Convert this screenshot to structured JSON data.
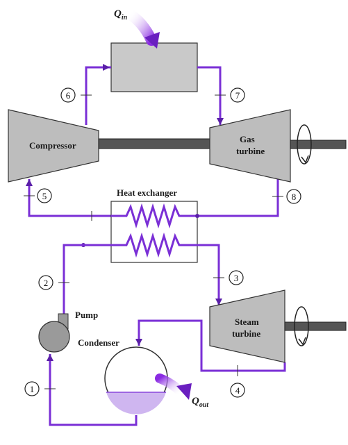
{
  "labels": {
    "compressor": "Compressor",
    "gas_turbine_1": "Gas",
    "gas_turbine_2": "turbine",
    "heat_exchanger": "Heat exchanger",
    "pump": "Pump",
    "condenser": "Condenser",
    "steam_turbine_1": "Steam",
    "steam_turbine_2": "turbine",
    "q_in": "Q",
    "q_in_sub": "in",
    "q_out": "Q",
    "q_out_sub": "out"
  },
  "states": [
    "1",
    "2",
    "3",
    "4",
    "5",
    "6",
    "7",
    "8"
  ],
  "colors": {
    "pipe": "#7a2fd6",
    "component_fill": "#c9c9c9",
    "condensate": "#cfb6f0",
    "shaft": "#444444"
  }
}
